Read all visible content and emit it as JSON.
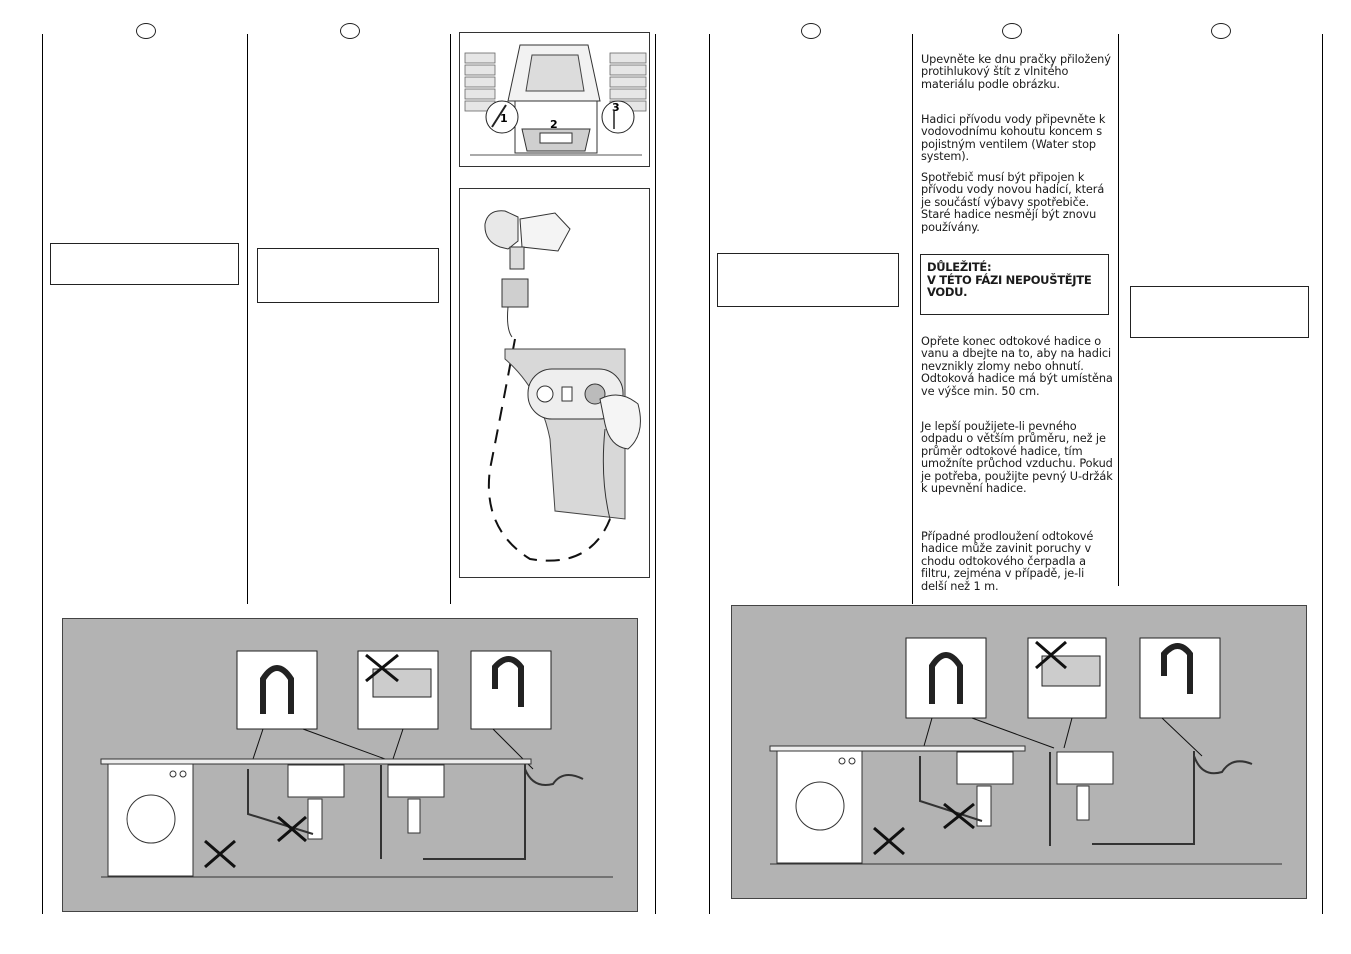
{
  "right_page": {
    "paragraphs": [
      "Upevněte ke dnu pračky přiložený protihlukový štít z vlnitého materiálu podle obrázku.",
      "Hadici přívodu vody připevněte k vodovodnímu kohoutu koncem s pojistným ventilem (Water stop system).",
      "Spotřebič musí být připojen k přívodu vody novou hadicí, která je součástí výbavy spotřebiče. Staré hadice nesmějí být znovu používány.",
      "Opřete konec odtokové hadice o vanu a dbejte na to, aby na hadici nevznikly zlomy nebo ohnutí. Odtoková hadice má být umístěna ve výšce min. 50 cm.",
      "Je lepší použijete-li pevného odpadu o větším průměru, než je průměr odtokové hadice, tím umožníte průchod vzduchu. Pokud je potřeba, použijte pevný U-držák k upevnění hadice.",
      "Případné prodloužení odtokové hadice může zavinit poruchy v chodu odtokového čerpadla a filtru, zejména v případě, je-li delší než 1 m."
    ],
    "important": {
      "line1": "DŮLEŽITÉ:",
      "line2": "V TÉTO FÁZI NEPOUŠTĚJTE VODU."
    }
  },
  "illustration": {
    "step_labels": [
      "1",
      "2",
      "3"
    ]
  }
}
